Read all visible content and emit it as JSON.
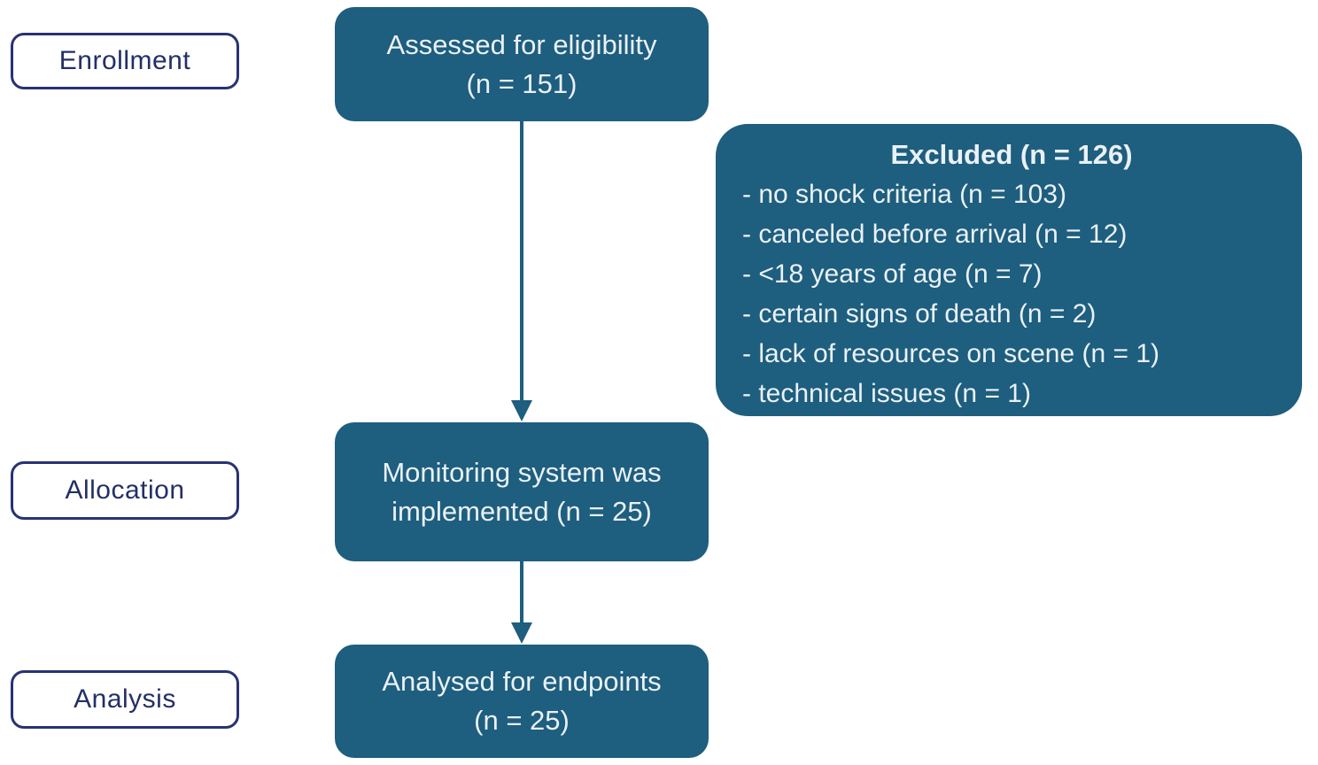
{
  "diagram": {
    "type": "consort-flow",
    "phases": [
      {
        "label": "Enrollment"
      },
      {
        "label": "Allocation"
      },
      {
        "label": "Analysis"
      }
    ],
    "nodes": {
      "assessed": {
        "line1": "Assessed for eligibility",
        "line2": "(n = 151)"
      },
      "monitoring": {
        "line1": "Monitoring system was",
        "line2": "implemented (n = 25)"
      },
      "analysed": {
        "line1": "Analysed for endpoints",
        "line2": "(n = 25)"
      }
    },
    "excluded": {
      "title": "Excluded (n = 126)",
      "items": [
        "- no shock criteria (n = 103)",
        "- canceled before arrival (n = 12)",
        "- <18 years of age (n = 7)",
        "- certain signs of death (n = 2)",
        "- lack of resources on scene (n = 1)",
        "- technical issues (n = 1)"
      ]
    },
    "colors": {
      "background": "#FFFFFF",
      "node_fill": "#1E5E7E",
      "node_text": "#EAF1F6",
      "label_border": "#283272",
      "label_text": "#232F66"
    }
  }
}
